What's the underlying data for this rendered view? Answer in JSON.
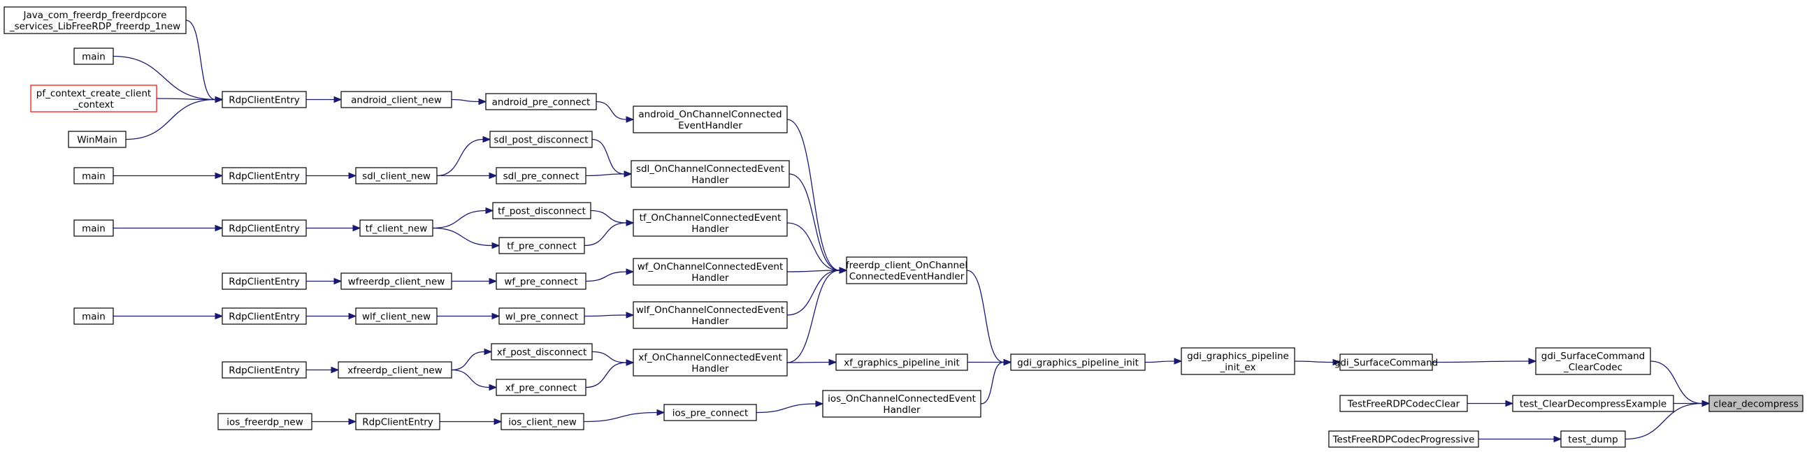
{
  "colors": {
    "edge": "#191970",
    "node_border": "#000000",
    "highlight_border": "#ff0000",
    "root_fill": "#bfbfbf",
    "background": "#ffffff"
  },
  "nodes": [
    {
      "id": "java_jni",
      "lines": [
        "Java_com_freerdp_freerdpcore",
        "_services_LibFreeRDP_freerdp_1new"
      ]
    },
    {
      "id": "main_1",
      "lines": [
        "main"
      ]
    },
    {
      "id": "pf_context",
      "lines": [
        "pf_context_create_client",
        "_context"
      ],
      "highlight": true
    },
    {
      "id": "winmain",
      "lines": [
        "WinMain"
      ]
    },
    {
      "id": "rdp_entry_1",
      "lines": [
        "RdpClientEntry"
      ]
    },
    {
      "id": "android_client_new",
      "lines": [
        "android_client_new"
      ]
    },
    {
      "id": "android_pre_connect",
      "lines": [
        "android_pre_connect"
      ]
    },
    {
      "id": "android_onchannel",
      "lines": [
        "android_OnChannelConnected",
        "EventHandler"
      ]
    },
    {
      "id": "main_2",
      "lines": [
        "main"
      ]
    },
    {
      "id": "rdp_entry_2",
      "lines": [
        "RdpClientEntry"
      ]
    },
    {
      "id": "sdl_client_new",
      "lines": [
        "sdl_client_new"
      ]
    },
    {
      "id": "sdl_post_disconnect",
      "lines": [
        "sdl_post_disconnect"
      ]
    },
    {
      "id": "sdl_pre_connect",
      "lines": [
        "sdl_pre_connect"
      ]
    },
    {
      "id": "sdl_onchannel",
      "lines": [
        "sdl_OnChannelConnectedEvent",
        "Handler"
      ]
    },
    {
      "id": "main_3",
      "lines": [
        "main"
      ]
    },
    {
      "id": "rdp_entry_3",
      "lines": [
        "RdpClientEntry"
      ]
    },
    {
      "id": "tf_client_new",
      "lines": [
        "tf_client_new"
      ]
    },
    {
      "id": "tf_post_disconnect",
      "lines": [
        "tf_post_disconnect"
      ]
    },
    {
      "id": "tf_pre_connect",
      "lines": [
        "tf_pre_connect"
      ]
    },
    {
      "id": "tf_onchannel",
      "lines": [
        "tf_OnChannelConnectedEvent",
        "Handler"
      ]
    },
    {
      "id": "rdp_entry_4",
      "lines": [
        "RdpClientEntry"
      ]
    },
    {
      "id": "wfreerdp_client_new",
      "lines": [
        "wfreerdp_client_new"
      ]
    },
    {
      "id": "wf_pre_connect",
      "lines": [
        "wf_pre_connect"
      ]
    },
    {
      "id": "wf_onchannel",
      "lines": [
        "wf_OnChannelConnectedEvent",
        "Handler"
      ]
    },
    {
      "id": "main_4",
      "lines": [
        "main"
      ]
    },
    {
      "id": "rdp_entry_5",
      "lines": [
        "RdpClientEntry"
      ]
    },
    {
      "id": "wlf_client_new",
      "lines": [
        "wlf_client_new"
      ]
    },
    {
      "id": "wl_pre_connect",
      "lines": [
        "wl_pre_connect"
      ]
    },
    {
      "id": "wlf_onchannel",
      "lines": [
        "wlf_OnChannelConnectedEvent",
        "Handler"
      ]
    },
    {
      "id": "freerdp_onchannel",
      "lines": [
        "freerdp_client_OnChannel",
        "ConnectedEventHandler"
      ]
    },
    {
      "id": "rdp_entry_6",
      "lines": [
        "RdpClientEntry"
      ]
    },
    {
      "id": "xfreerdp_client_new",
      "lines": [
        "xfreerdp_client_new"
      ]
    },
    {
      "id": "xf_post_disconnect",
      "lines": [
        "xf_post_disconnect"
      ]
    },
    {
      "id": "xf_pre_connect",
      "lines": [
        "xf_pre_connect"
      ]
    },
    {
      "id": "xf_onchannel",
      "lines": [
        "xf_OnChannelConnectedEvent",
        "Handler"
      ]
    },
    {
      "id": "xf_graphics_pipeline_init",
      "lines": [
        "xf_graphics_pipeline_init"
      ]
    },
    {
      "id": "gdi_graphics_pipeline_init",
      "lines": [
        "gdi_graphics_pipeline_init"
      ]
    },
    {
      "id": "gdi_graphics_pipeline_init_ex",
      "lines": [
        "gdi_graphics_pipeline",
        "_init_ex"
      ]
    },
    {
      "id": "gdi_surface_command",
      "lines": [
        "gdi_SurfaceCommand"
      ]
    },
    {
      "id": "gdi_surface_command_clearcodec",
      "lines": [
        "gdi_SurfaceCommand",
        "_ClearCodec"
      ]
    },
    {
      "id": "ios_freerdp_new",
      "lines": [
        "ios_freerdp_new"
      ]
    },
    {
      "id": "rdp_entry_7",
      "lines": [
        "RdpClientEntry"
      ]
    },
    {
      "id": "ios_client_new",
      "lines": [
        "ios_client_new"
      ]
    },
    {
      "id": "ios_pre_connect",
      "lines": [
        "ios_pre_connect"
      ]
    },
    {
      "id": "ios_onchannel",
      "lines": [
        "ios_OnChannelConnectedEvent",
        "Handler"
      ]
    },
    {
      "id": "test_freerdp_codec_clear",
      "lines": [
        "TestFreeRDPCodecClear"
      ]
    },
    {
      "id": "test_clear_decompress_example",
      "lines": [
        "test_ClearDecompressExample"
      ]
    },
    {
      "id": "test_freerdp_codec_progressive",
      "lines": [
        "TestFreeRDPCodecProgressive"
      ]
    },
    {
      "id": "test_dump",
      "lines": [
        "test_dump"
      ]
    },
    {
      "id": "clear_decompress",
      "lines": [
        "clear_decompress"
      ],
      "root": true
    }
  ],
  "edges": [
    [
      "java_jni",
      "rdp_entry_1"
    ],
    [
      "main_1",
      "rdp_entry_1"
    ],
    [
      "pf_context",
      "rdp_entry_1"
    ],
    [
      "winmain",
      "rdp_entry_1"
    ],
    [
      "rdp_entry_1",
      "android_client_new"
    ],
    [
      "android_client_new",
      "android_pre_connect"
    ],
    [
      "android_pre_connect",
      "android_onchannel"
    ],
    [
      "android_onchannel",
      "freerdp_onchannel"
    ],
    [
      "main_2",
      "rdp_entry_2"
    ],
    [
      "rdp_entry_2",
      "sdl_client_new"
    ],
    [
      "sdl_client_new",
      "sdl_post_disconnect"
    ],
    [
      "sdl_client_new",
      "sdl_pre_connect"
    ],
    [
      "sdl_post_disconnect",
      "sdl_onchannel"
    ],
    [
      "sdl_pre_connect",
      "sdl_onchannel"
    ],
    [
      "sdl_onchannel",
      "freerdp_onchannel"
    ],
    [
      "main_3",
      "rdp_entry_3"
    ],
    [
      "rdp_entry_3",
      "tf_client_new"
    ],
    [
      "tf_client_new",
      "tf_post_disconnect"
    ],
    [
      "tf_client_new",
      "tf_pre_connect"
    ],
    [
      "tf_post_disconnect",
      "tf_onchannel"
    ],
    [
      "tf_pre_connect",
      "tf_onchannel"
    ],
    [
      "tf_onchannel",
      "freerdp_onchannel"
    ],
    [
      "rdp_entry_4",
      "wfreerdp_client_new"
    ],
    [
      "wfreerdp_client_new",
      "wf_pre_connect"
    ],
    [
      "wf_pre_connect",
      "wf_onchannel"
    ],
    [
      "wf_onchannel",
      "freerdp_onchannel"
    ],
    [
      "main_4",
      "rdp_entry_5"
    ],
    [
      "rdp_entry_5",
      "wlf_client_new"
    ],
    [
      "wlf_client_new",
      "wl_pre_connect"
    ],
    [
      "wl_pre_connect",
      "wlf_onchannel"
    ],
    [
      "wlf_onchannel",
      "freerdp_onchannel"
    ],
    [
      "rdp_entry_6",
      "xfreerdp_client_new"
    ],
    [
      "xfreerdp_client_new",
      "xf_post_disconnect"
    ],
    [
      "xfreerdp_client_new",
      "xf_pre_connect"
    ],
    [
      "xf_post_disconnect",
      "xf_onchannel"
    ],
    [
      "xf_pre_connect",
      "xf_onchannel"
    ],
    [
      "xf_onchannel",
      "freerdp_onchannel"
    ],
    [
      "xf_onchannel",
      "xf_graphics_pipeline_init"
    ],
    [
      "freerdp_onchannel",
      "gdi_graphics_pipeline_init"
    ],
    [
      "xf_graphics_pipeline_init",
      "gdi_graphics_pipeline_init"
    ],
    [
      "ios_onchannel",
      "gdi_graphics_pipeline_init"
    ],
    [
      "gdi_graphics_pipeline_init",
      "gdi_graphics_pipeline_init_ex"
    ],
    [
      "gdi_graphics_pipeline_init_ex",
      "gdi_surface_command"
    ],
    [
      "gdi_surface_command",
      "gdi_surface_command_clearcodec"
    ],
    [
      "gdi_surface_command_clearcodec",
      "clear_decompress"
    ],
    [
      "ios_freerdp_new",
      "rdp_entry_7"
    ],
    [
      "rdp_entry_7",
      "ios_client_new"
    ],
    [
      "ios_client_new",
      "ios_pre_connect"
    ],
    [
      "ios_pre_connect",
      "ios_onchannel"
    ],
    [
      "test_freerdp_codec_clear",
      "test_clear_decompress_example"
    ],
    [
      "test_clear_decompress_example",
      "clear_decompress"
    ],
    [
      "test_freerdp_codec_progressive",
      "test_dump"
    ],
    [
      "test_dump",
      "clear_decompress"
    ]
  ]
}
